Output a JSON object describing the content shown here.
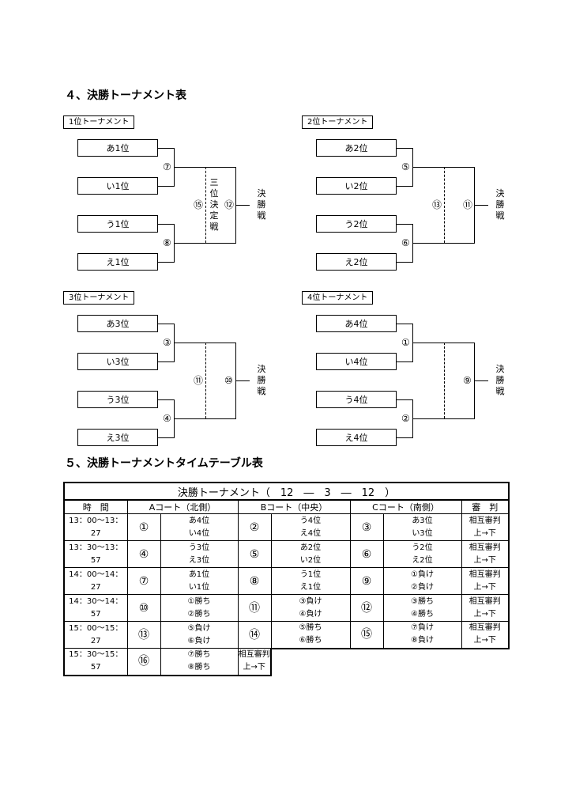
{
  "section4_title": "４、決勝トーナメント表",
  "section5_title": "５、決勝トーナメントタイムテーブル表",
  "brackets": [
    {
      "label": "1位トーナメント",
      "teams": [
        "あ1位",
        "い1位",
        "う1位",
        "え1位"
      ],
      "semi_top": "⑦",
      "semi_bottom": "⑧",
      "third_num": "⑮",
      "final_num": "⑫",
      "third_label": "三位決定戦",
      "final_label": "決勝戦"
    },
    {
      "label": "2位トーナメント",
      "teams": [
        "あ2位",
        "い2位",
        "う2位",
        "え2位"
      ],
      "semi_top": "⑤",
      "semi_bottom": "⑥",
      "third_num": "⑬",
      "final_num": "⑪",
      "third_label": "",
      "final_label": "決勝戦"
    },
    {
      "label": "3位トーナメント",
      "teams": [
        "あ3位",
        "い3位",
        "う3位",
        "え3位"
      ],
      "semi_top": "③",
      "semi_bottom": "④",
      "third_num": "⑪",
      "final_num": "⑩",
      "third_label": "",
      "final_label": "決勝戦"
    },
    {
      "label": "4位トーナメント",
      "teams": [
        "あ4位",
        "い4位",
        "う4位",
        "え4位"
      ],
      "semi_top": "①",
      "semi_bottom": "②",
      "third_num": "",
      "final_num": "⑨",
      "third_label": "",
      "final_label": "決勝戦"
    }
  ],
  "timetable": {
    "title": "決勝トーナメント（　12　―　3　―　12　）",
    "headers": {
      "time": "時　間",
      "a": "Aコート（北側）",
      "b": "Bコート（中央）",
      "c": "Cコート（南側）",
      "ref": "審　判"
    },
    "rows": [
      {
        "time1": "13：00～13：",
        "time2": "27",
        "a_num": "①",
        "a1": "あ4位",
        "a2": "い4位",
        "b_num": "②",
        "b1": "う4位",
        "b2": "え4位",
        "c_num": "③",
        "c1": "あ3位",
        "c2": "い3位",
        "ref1": "相互審判",
        "ref2": "上→下"
      },
      {
        "time1": "13：30～13：",
        "time2": "57",
        "a_num": "④",
        "a1": "う3位",
        "a2": "え3位",
        "b_num": "⑤",
        "b1": "あ2位",
        "b2": "い2位",
        "c_num": "⑥",
        "c1": "う2位",
        "c2": "え2位",
        "ref1": "相互審判",
        "ref2": "上→下"
      },
      {
        "time1": "14：00～14：",
        "time2": "27",
        "a_num": "⑦",
        "a1": "あ1位",
        "a2": "い1位",
        "b_num": "⑧",
        "b1": "う1位",
        "b2": "え1位",
        "c_num": "⑨",
        "c1": "①負け",
        "c2": "②負け",
        "ref1": "相互審判",
        "ref2": "上→下"
      },
      {
        "time1": "14：30～14：",
        "time2": "57",
        "a_num": "⑩",
        "a1": "①勝ち",
        "a2": "②勝ち",
        "b_num": "⑪",
        "b1": "③負け",
        "b2": "④負け",
        "c_num": "⑫",
        "c1": "③勝ち",
        "c2": "④勝ち",
        "ref1": "相互審判",
        "ref2": "上→下"
      },
      {
        "time1": "15：00～15：",
        "time2": "27",
        "a_num": "⑬",
        "a1": "⑤負け",
        "a2": "⑥負け",
        "b_num": "⑭",
        "b1": "⑤勝ち",
        "b2": "⑥勝ち",
        "c_num": "⑮",
        "c1": "⑦負け",
        "c2": "⑧負け",
        "ref1": "相互審判",
        "ref2": "上→下"
      }
    ],
    "last_row": {
      "time1": "15：30～15：",
      "time2": "57",
      "a_num": "⑯",
      "a1": "⑦勝ち",
      "a2": "⑧勝ち",
      "ref1": "相互審判",
      "ref2": "上→下"
    }
  }
}
